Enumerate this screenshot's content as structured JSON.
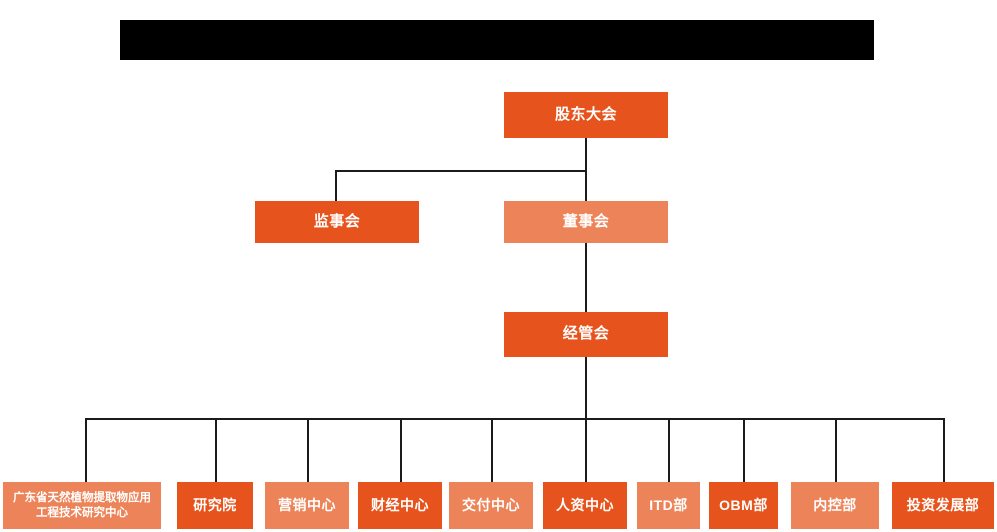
{
  "banner": {
    "name": "title-banner",
    "text": ""
  },
  "colors": {
    "dark_orange": "#e7531c",
    "light_orange": "#ed8459",
    "line": "#1b1b1b",
    "banner": "#000000",
    "background": "#ffffff"
  },
  "chart_data": {
    "type": "diagram",
    "diagram_type": "org-chart",
    "title": "",
    "orientation": "top-down",
    "levels": [
      {
        "level": 1,
        "nodes": [
          {
            "id": "shareholders",
            "label": "股东大会",
            "tone": "dark"
          }
        ]
      },
      {
        "level": 2,
        "nodes": [
          {
            "id": "supervisors",
            "label": "监事会",
            "tone": "dark"
          },
          {
            "id": "directors",
            "label": "董事会",
            "tone": "light"
          }
        ]
      },
      {
        "level": 3,
        "nodes": [
          {
            "id": "management",
            "label": "经管会",
            "tone": "dark"
          }
        ]
      },
      {
        "level": 4,
        "nodes": [
          {
            "id": "dept-1",
            "label": "广东省天然植物提取物应用工程技术研究中心",
            "tone": "light"
          },
          {
            "id": "dept-2",
            "label": "研究院",
            "tone": "dark"
          },
          {
            "id": "dept-3",
            "label": "营销中心",
            "tone": "light"
          },
          {
            "id": "dept-4",
            "label": "财经中心",
            "tone": "dark"
          },
          {
            "id": "dept-5",
            "label": "交付中心",
            "tone": "light"
          },
          {
            "id": "dept-6",
            "label": "人资中心",
            "tone": "dark"
          },
          {
            "id": "dept-7",
            "label": "ITD部",
            "tone": "light"
          },
          {
            "id": "dept-8",
            "label": "OBM部",
            "tone": "dark"
          },
          {
            "id": "dept-9",
            "label": "内控部",
            "tone": "light"
          },
          {
            "id": "dept-10",
            "label": "投资发展部",
            "tone": "dark"
          }
        ]
      }
    ],
    "edges": [
      {
        "from": "shareholders",
        "to": "supervisors"
      },
      {
        "from": "shareholders",
        "to": "directors"
      },
      {
        "from": "directors",
        "to": "management"
      },
      {
        "from": "management",
        "to": "dept-1"
      },
      {
        "from": "management",
        "to": "dept-2"
      },
      {
        "from": "management",
        "to": "dept-3"
      },
      {
        "from": "management",
        "to": "dept-4"
      },
      {
        "from": "management",
        "to": "dept-5"
      },
      {
        "from": "management",
        "to": "dept-6"
      },
      {
        "from": "management",
        "to": "dept-7"
      },
      {
        "from": "management",
        "to": "dept-8"
      },
      {
        "from": "management",
        "to": "dept-9"
      },
      {
        "from": "management",
        "to": "dept-10"
      }
    ]
  }
}
